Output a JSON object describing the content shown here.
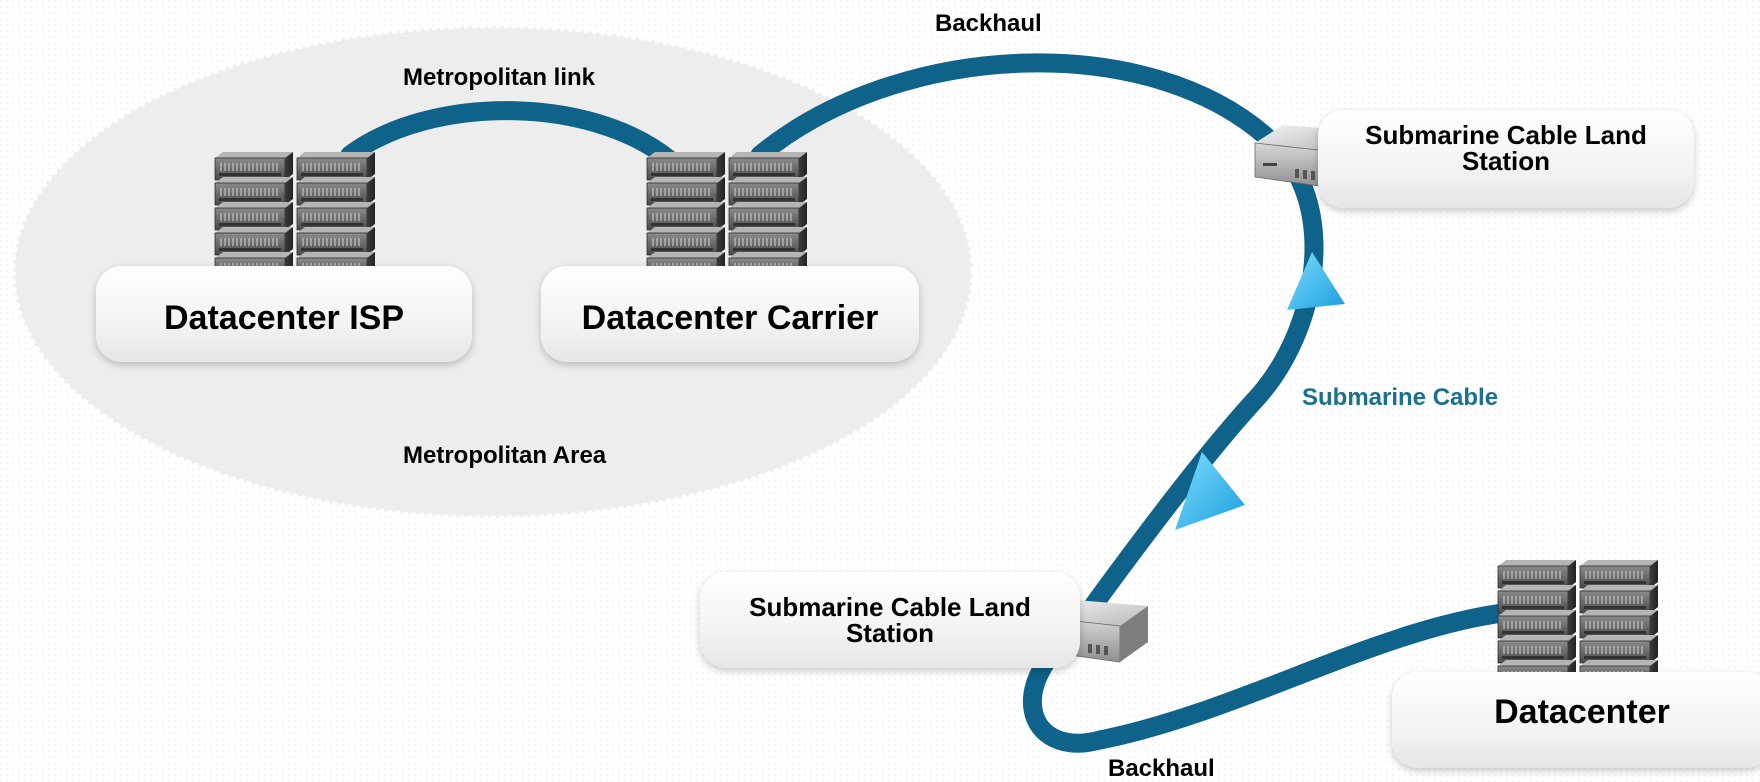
{
  "diagram": {
    "area_label": "Metropolitan Area",
    "links": {
      "metropolitan_link": "Metropolitan link",
      "backhaul_top": "Backhaul",
      "backhaul_bottom": "Backhaul",
      "submarine_cable": "Submarine Cable"
    },
    "nodes": {
      "datacenter_isp": "Datacenter ISP",
      "datacenter_carrier": "Datacenter Carrier",
      "landing_station_top_line1": "Submarine Cable Land",
      "landing_station_top_line2": "Station",
      "landing_station_bottom_line1": "Submarine Cable Land",
      "landing_station_bottom_line2": "Station",
      "datacenter": "Datacenter"
    },
    "icons": {
      "server_rack": "server-rack-icon",
      "landing_station_device": "network-device-icon",
      "direction_arrow": "triangle-arrow-icon"
    },
    "colors": {
      "cable": "#0f6289",
      "arrow": "#2fb8ec",
      "cable_label": "#1b6f8f",
      "area_fill": "#eeeeee"
    }
  }
}
